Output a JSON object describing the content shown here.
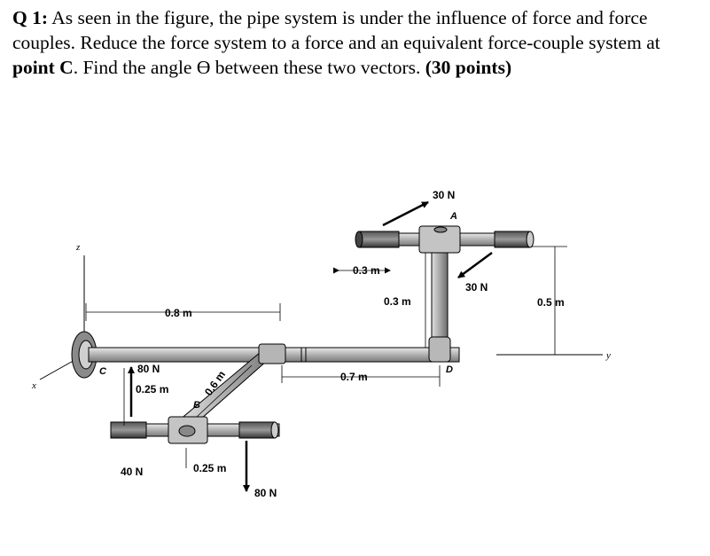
{
  "question": {
    "prefix": "Q 1:",
    "text1": " As seen in the figure, the pipe system is under the influence of force and force couples. Reduce the force system to a force and an equivalent force-couple system at ",
    "point": "point C",
    "text2": ". Find the angle ϴ between these two vectors. ",
    "points": "(30 points)"
  },
  "figure": {
    "force_a": "30 N",
    "force_a_couple": "30 N",
    "force_80_up": "80 N",
    "force_80_down": "80 N",
    "force_40": "40 N",
    "dim_0_8": "0.8 m",
    "dim_0_25_left": "0.25 m",
    "dim_0_25_bottom": "0.25 m",
    "dim_0_6": "0.6 m",
    "dim_0_3_top": "0.3 m",
    "dim_0_3_vert": "0.3 m",
    "dim_0_7": "0.7 m",
    "dim_0_5": "0.5 m",
    "point_a": "A",
    "point_b": "B",
    "point_c": "C",
    "point_d": "D",
    "axis_x": "x",
    "axis_y": "y",
    "axis_z": "z"
  }
}
